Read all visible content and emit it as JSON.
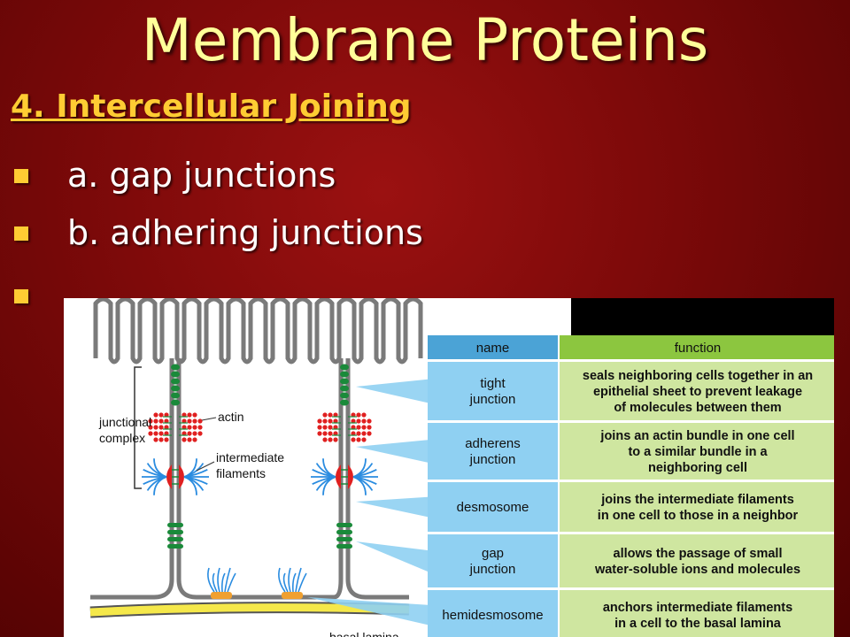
{
  "slide": {
    "title": "Membrane Proteins",
    "subtitle": "4. Intercellular Joining",
    "bullets": [
      "a. gap junctions",
      "b. adhering junctions",
      ""
    ]
  },
  "colors": {
    "background": "#7a0909",
    "title": "#ffff99",
    "subtitle": "#ffcc33",
    "bullet_marker": "#ffcc33",
    "table_name_col": "#8fd0f2",
    "table_function_col": "#cfe6a0",
    "table_header": "#4ba3d6",
    "table_function_header": "#8cc63f",
    "tight_junction": "#1a8a3a",
    "actin": "#e02020",
    "intermediate_filaments": "#2a8ce0",
    "basal_lamina": "#f5e84a",
    "hemidesmosome": "#f0a030"
  },
  "diagram": {
    "labels": {
      "junctional_complex": [
        "junctional",
        "complex"
      ],
      "actin": "actin",
      "intermediate_filaments": [
        "intermediate",
        "filaments"
      ],
      "basal_lamina": "basal lamina"
    },
    "table": {
      "headers": [
        "name",
        "function"
      ],
      "rows": [
        {
          "name": [
            "tight",
            "junction"
          ],
          "function": [
            "seals neighboring cells together in an",
            "epithelial sheet to prevent leakage",
            "of molecules between them"
          ]
        },
        {
          "name": [
            "adherens",
            "junction"
          ],
          "function": [
            "joins an actin bundle in one cell",
            "to a similar bundle in a",
            "neighboring cell"
          ]
        },
        {
          "name": [
            "desmosome"
          ],
          "function": [
            "joins the intermediate filaments",
            "in one cell to those in a neighbor"
          ]
        },
        {
          "name": [
            "gap",
            "junction"
          ],
          "function": [
            "allows the passage of small",
            "water-soluble ions and molecules"
          ]
        },
        {
          "name": [
            "hemidesmosome"
          ],
          "function": [
            "anchors intermediate filaments",
            "in a cell to the basal lamina"
          ]
        }
      ]
    }
  }
}
